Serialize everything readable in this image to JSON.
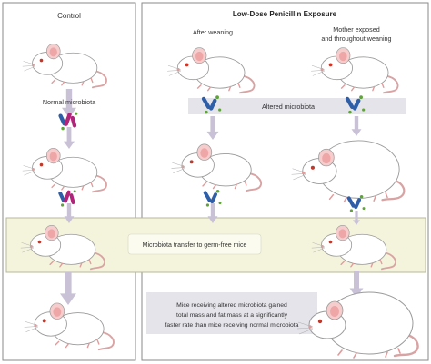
{
  "panels": {
    "control": {
      "title": "Control"
    },
    "low_dose": {
      "title": "Low-Dose Penicillin Exposure"
    }
  },
  "columns": {
    "after_weaning": "After weaning",
    "mother_exposed_line1": "Mother exposed",
    "mother_exposed_line2": "and throughout weaning"
  },
  "labels": {
    "normal_microbiota": "Normal microbiota",
    "altered_microbiota": "Altered microbiota",
    "transfer": "Microbiota transfer to germ-free mice",
    "result_line1": "Mice receiving altered microbiota gained",
    "result_line2": "total mass and fat mass at a significantly",
    "result_line3": "faster rate than mice receiving normal microbiota"
  },
  "colors": {
    "panel_border": "#8a8a8a",
    "arrow": "#c9c2d6",
    "band": "#f4f3dc",
    "band_border": "#b8b89a",
    "label_box": "#e4e4ea",
    "mouse_body": "#ffffff",
    "mouse_outline": "#9a9a9a",
    "ear_pink": "#f2b6b6",
    "tail": "#d9a3a3",
    "bug_magenta": "#b0247a",
    "bug_blue": "#2f5ea8",
    "bug_green": "#5fa33a"
  }
}
